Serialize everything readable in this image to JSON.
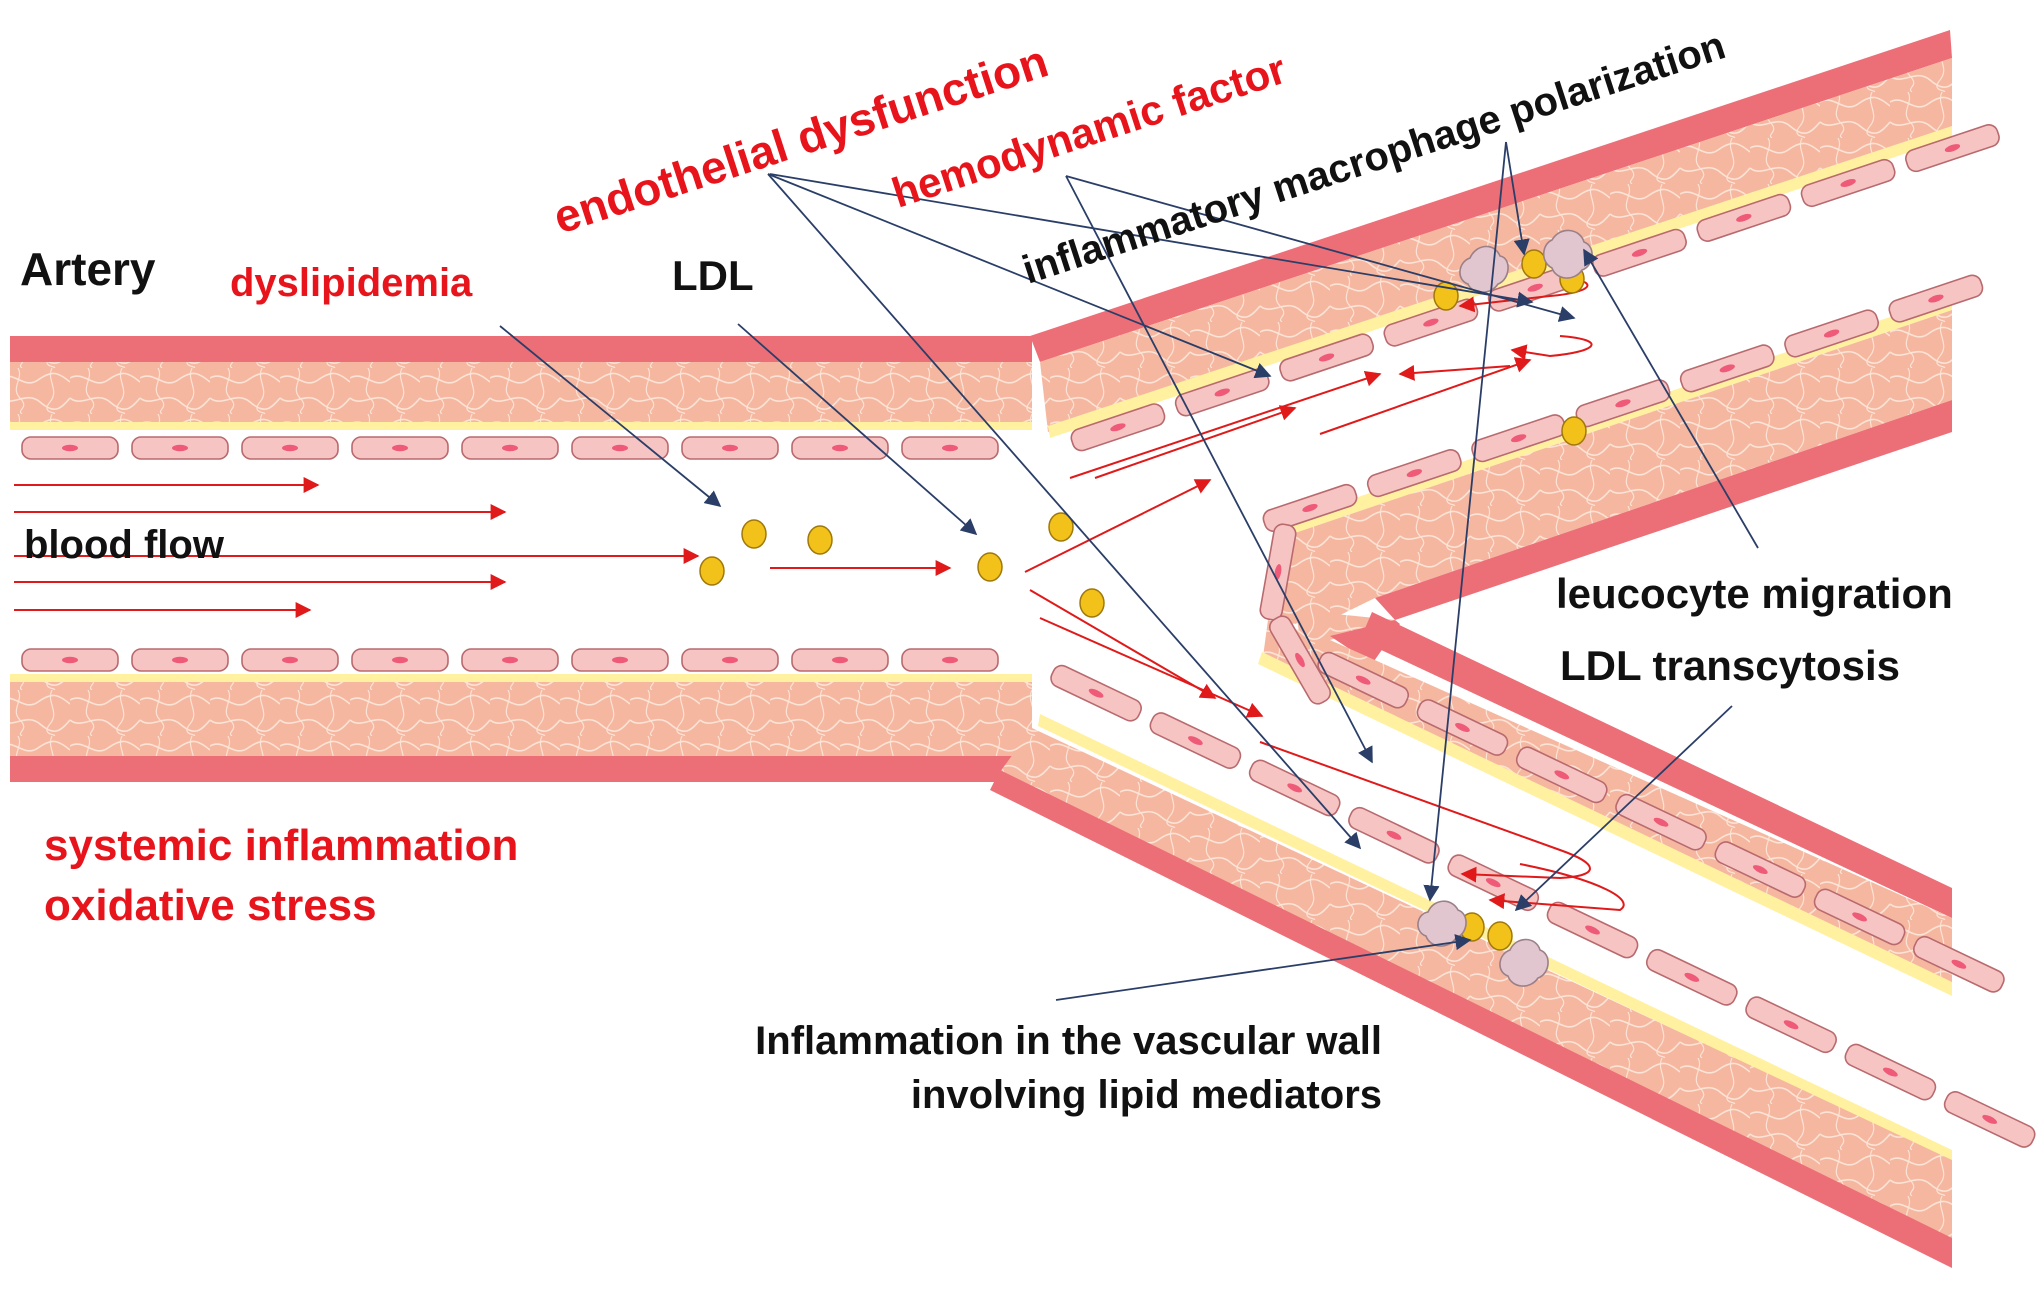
{
  "labels": {
    "artery": "Artery",
    "dyslipidemia": "dyslipidemia",
    "ldl": "LDL",
    "endothelial_dysfunction": "endothelial dysfunction",
    "hemodynamic_factor": "hemodynamic factor",
    "macrophage_polarization": "inflammatory macrophage polarization",
    "blood_flow": "blood flow",
    "leucocyte_migration": "leucocyte migration",
    "ldl_transcytosis": "LDL transcytosis",
    "systemic_inflammation": "systemic inflammation",
    "oxidative_stress": "oxidative stress",
    "inflammation_line1": "Inflammation in the vascular wall",
    "inflammation_line2": "involving lipid mediators"
  },
  "colors": {
    "risk_factor_text": "#e8141b",
    "process_text": "#111111",
    "vessel_media": "#f6b7a0",
    "vessel_adventitia": "#ec6f78",
    "internal_elastic_lamina": "#fff1a0",
    "endothelial_cell": "#f7c4c4",
    "endothelial_nucleus": "#ee5a78",
    "ldl_particle": "#f2c21b",
    "macrophage": "#e2c6cf",
    "blood_flow_arrow": "#e01a1a",
    "annotation_arrow": "#2a3e68"
  }
}
